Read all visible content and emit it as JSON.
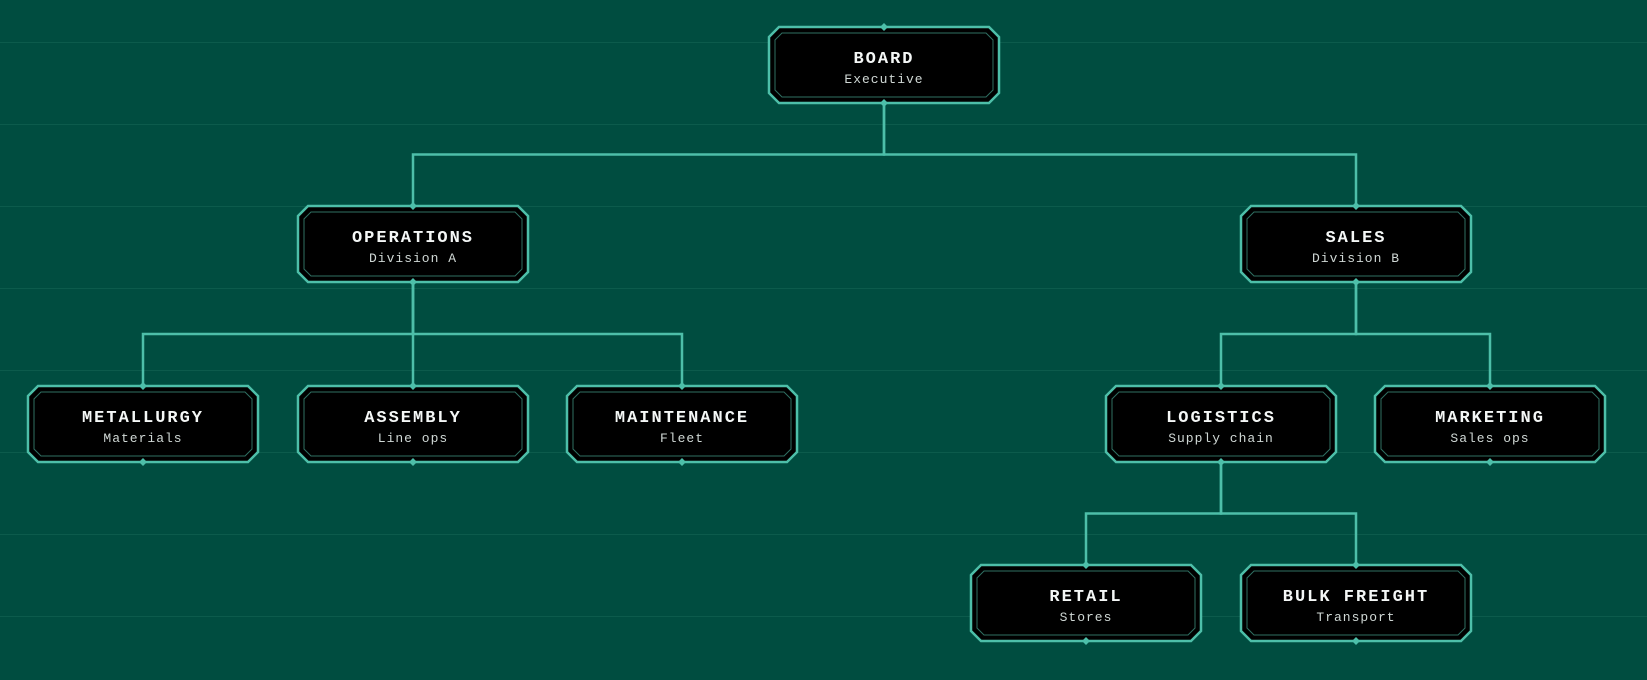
{
  "colors": {
    "background": "#004d40",
    "gridline": "#1d6e5e",
    "connector": "#4dbfa9",
    "node_fill": "#000000",
    "node_border": "#4dbfa9",
    "node_inner_border": "#2f6f62",
    "title_text": "#f4f7f6",
    "subtitle_text": "#d0d8d5"
  },
  "nodes": [
    {
      "id": "board",
      "title": "BOARD",
      "subtitle": "Executive"
    },
    {
      "id": "operations",
      "title": "OPERATIONS",
      "subtitle": "Division A"
    },
    {
      "id": "sales",
      "title": "SALES",
      "subtitle": "Division B"
    },
    {
      "id": "metallurgy",
      "title": "METALLURGY",
      "subtitle": "Materials"
    },
    {
      "id": "assembly",
      "title": "ASSEMBLY",
      "subtitle": "Line ops"
    },
    {
      "id": "maintenance",
      "title": "MAINTENANCE",
      "subtitle": "Fleet"
    },
    {
      "id": "logistics",
      "title": "LOGISTICS",
      "subtitle": "Supply chain"
    },
    {
      "id": "marketing",
      "title": "MARKETING",
      "subtitle": "Sales ops"
    },
    {
      "id": "retail",
      "title": "RETAIL",
      "subtitle": "Stores"
    },
    {
      "id": "bulk-freight",
      "title": "BULK FREIGHT",
      "subtitle": "Transport"
    }
  ],
  "edges": [
    {
      "from": "board",
      "to": "operations"
    },
    {
      "from": "board",
      "to": "sales"
    },
    {
      "from": "operations",
      "to": "metallurgy"
    },
    {
      "from": "operations",
      "to": "assembly"
    },
    {
      "from": "operations",
      "to": "maintenance"
    },
    {
      "from": "sales",
      "to": "logistics"
    },
    {
      "from": "sales",
      "to": "marketing"
    },
    {
      "from": "logistics",
      "to": "retail"
    },
    {
      "from": "logistics",
      "to": "bulk-freight"
    }
  ]
}
